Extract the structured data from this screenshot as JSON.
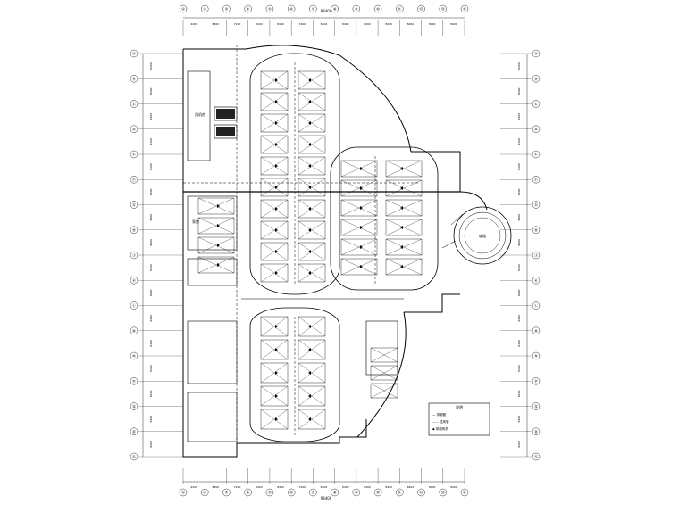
{
  "axes": {
    "columns": [
      "①",
      "②",
      "③",
      "④",
      "⑤",
      "⑥",
      "⑦",
      "⑧",
      "⑨",
      "⑩",
      "⑪",
      "⑫",
      "⑬",
      "⑭"
    ],
    "rows": [
      "Ⓐ",
      "Ⓑ",
      "Ⓒ",
      "Ⓓ",
      "Ⓔ",
      "Ⓕ",
      "Ⓖ",
      "Ⓗ",
      "Ⓙ",
      "Ⓚ",
      "Ⓛ",
      "Ⓜ",
      "Ⓝ",
      "Ⓟ",
      "Ⓠ",
      "Ⓡ",
      "Ⓢ"
    ],
    "col_spans": [
      "4200",
      "8400",
      "7200",
      "8400",
      "8400",
      "7200",
      "8400",
      "8400",
      "8400",
      "8400",
      "8400",
      "8400",
      "8400"
    ],
    "row_spans": [
      "8400",
      "8400",
      "8400",
      "8400",
      "8400",
      "8400",
      "8400",
      "8400",
      "8400",
      "8400",
      "8400",
      "8400",
      "8400",
      "8400",
      "8400",
      "8400"
    ],
    "overall_top": "98400",
    "overall_bottom": "98400"
  },
  "labels": {
    "fan_room": "风机房",
    "pump_room": "泵房",
    "ramp": "坡道"
  },
  "legend": {
    "entries": [
      "— 排烟管",
      "—— 送风管",
      "◆ 排烟风机"
    ],
    "title": "说明"
  },
  "colors": {
    "line": "#000000",
    "hatch": "#444444",
    "accent": "#333333"
  }
}
